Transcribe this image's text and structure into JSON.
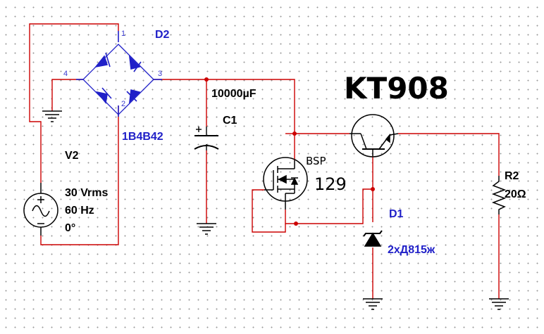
{
  "colors": {
    "wire": "#cc0000",
    "component": "#000000",
    "bridge": "#2020c8",
    "reference_label": "#2020c8",
    "value_label": "#000000",
    "pin_label": "#3a3ad0",
    "junction": "#cc0000"
  },
  "components": {
    "bridge": {
      "ref": "D2",
      "model": "1B4B42",
      "pins": [
        "1",
        "2",
        "3",
        "4"
      ]
    },
    "source": {
      "ref": "V2",
      "voltage": "30 Vrms",
      "frequency": "60 Hz",
      "phase": "0°"
    },
    "capacitor": {
      "ref": "C1",
      "value": "10000µF"
    },
    "zener": {
      "ref": "D1",
      "model": "2хД815ж"
    },
    "resistor": {
      "ref": "R2",
      "value": "20Ω"
    },
    "mosfet": {
      "annotation_line1": "BSP",
      "annotation_line2": "129"
    },
    "transistor": {
      "annotation": "KT908"
    }
  }
}
